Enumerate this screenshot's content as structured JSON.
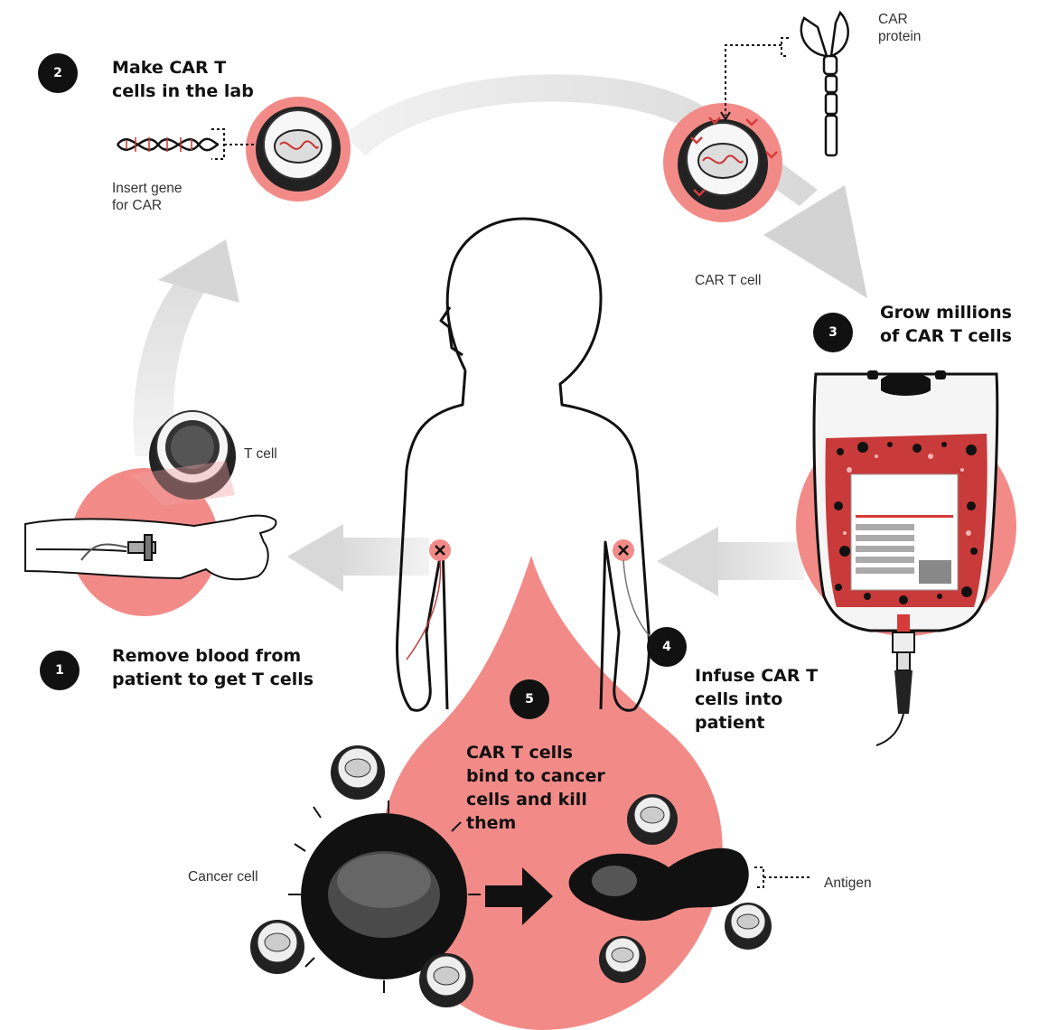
{
  "steps": [
    {
      "number": "1",
      "title_lines": [
        "Remove blood from",
        "patient to get T cells"
      ]
    },
    {
      "number": "2",
      "title_lines": [
        "Make CAR T",
        "cells in the lab"
      ]
    },
    {
      "number": "3",
      "title_lines": [
        "Grow millions",
        "of CAR T cells"
      ]
    },
    {
      "number": "4",
      "title_lines": [
        "Infuse CAR T",
        "cells into",
        "patient"
      ]
    },
    {
      "number": "5",
      "title_lines": [
        "CAR T cells",
        "bind to cancer",
        "cells and kill",
        "them"
      ]
    }
  ],
  "labels": {
    "insert_gene": [
      "Insert gene",
      "for CAR"
    ],
    "car_protein": [
      "CAR",
      "protein"
    ],
    "car_t_cell": "CAR T cell",
    "t_cell": "T cell",
    "cancer_cell": "Cancer cell",
    "antigen": "Antigen"
  },
  "colors": {
    "highlight_pink": "#f28b88",
    "accent_red": "#d63a3a",
    "arrow_gray": "#e3e3e3",
    "ink": "#111111"
  },
  "icons": [
    "dna-helix-icon",
    "t-cell-icon",
    "car-t-cell-icon",
    "car-protein-icon",
    "iv-bag-icon",
    "arm-iv-icon",
    "body-silhouette-icon",
    "cancer-cell-icon",
    "arrow-icon"
  ]
}
